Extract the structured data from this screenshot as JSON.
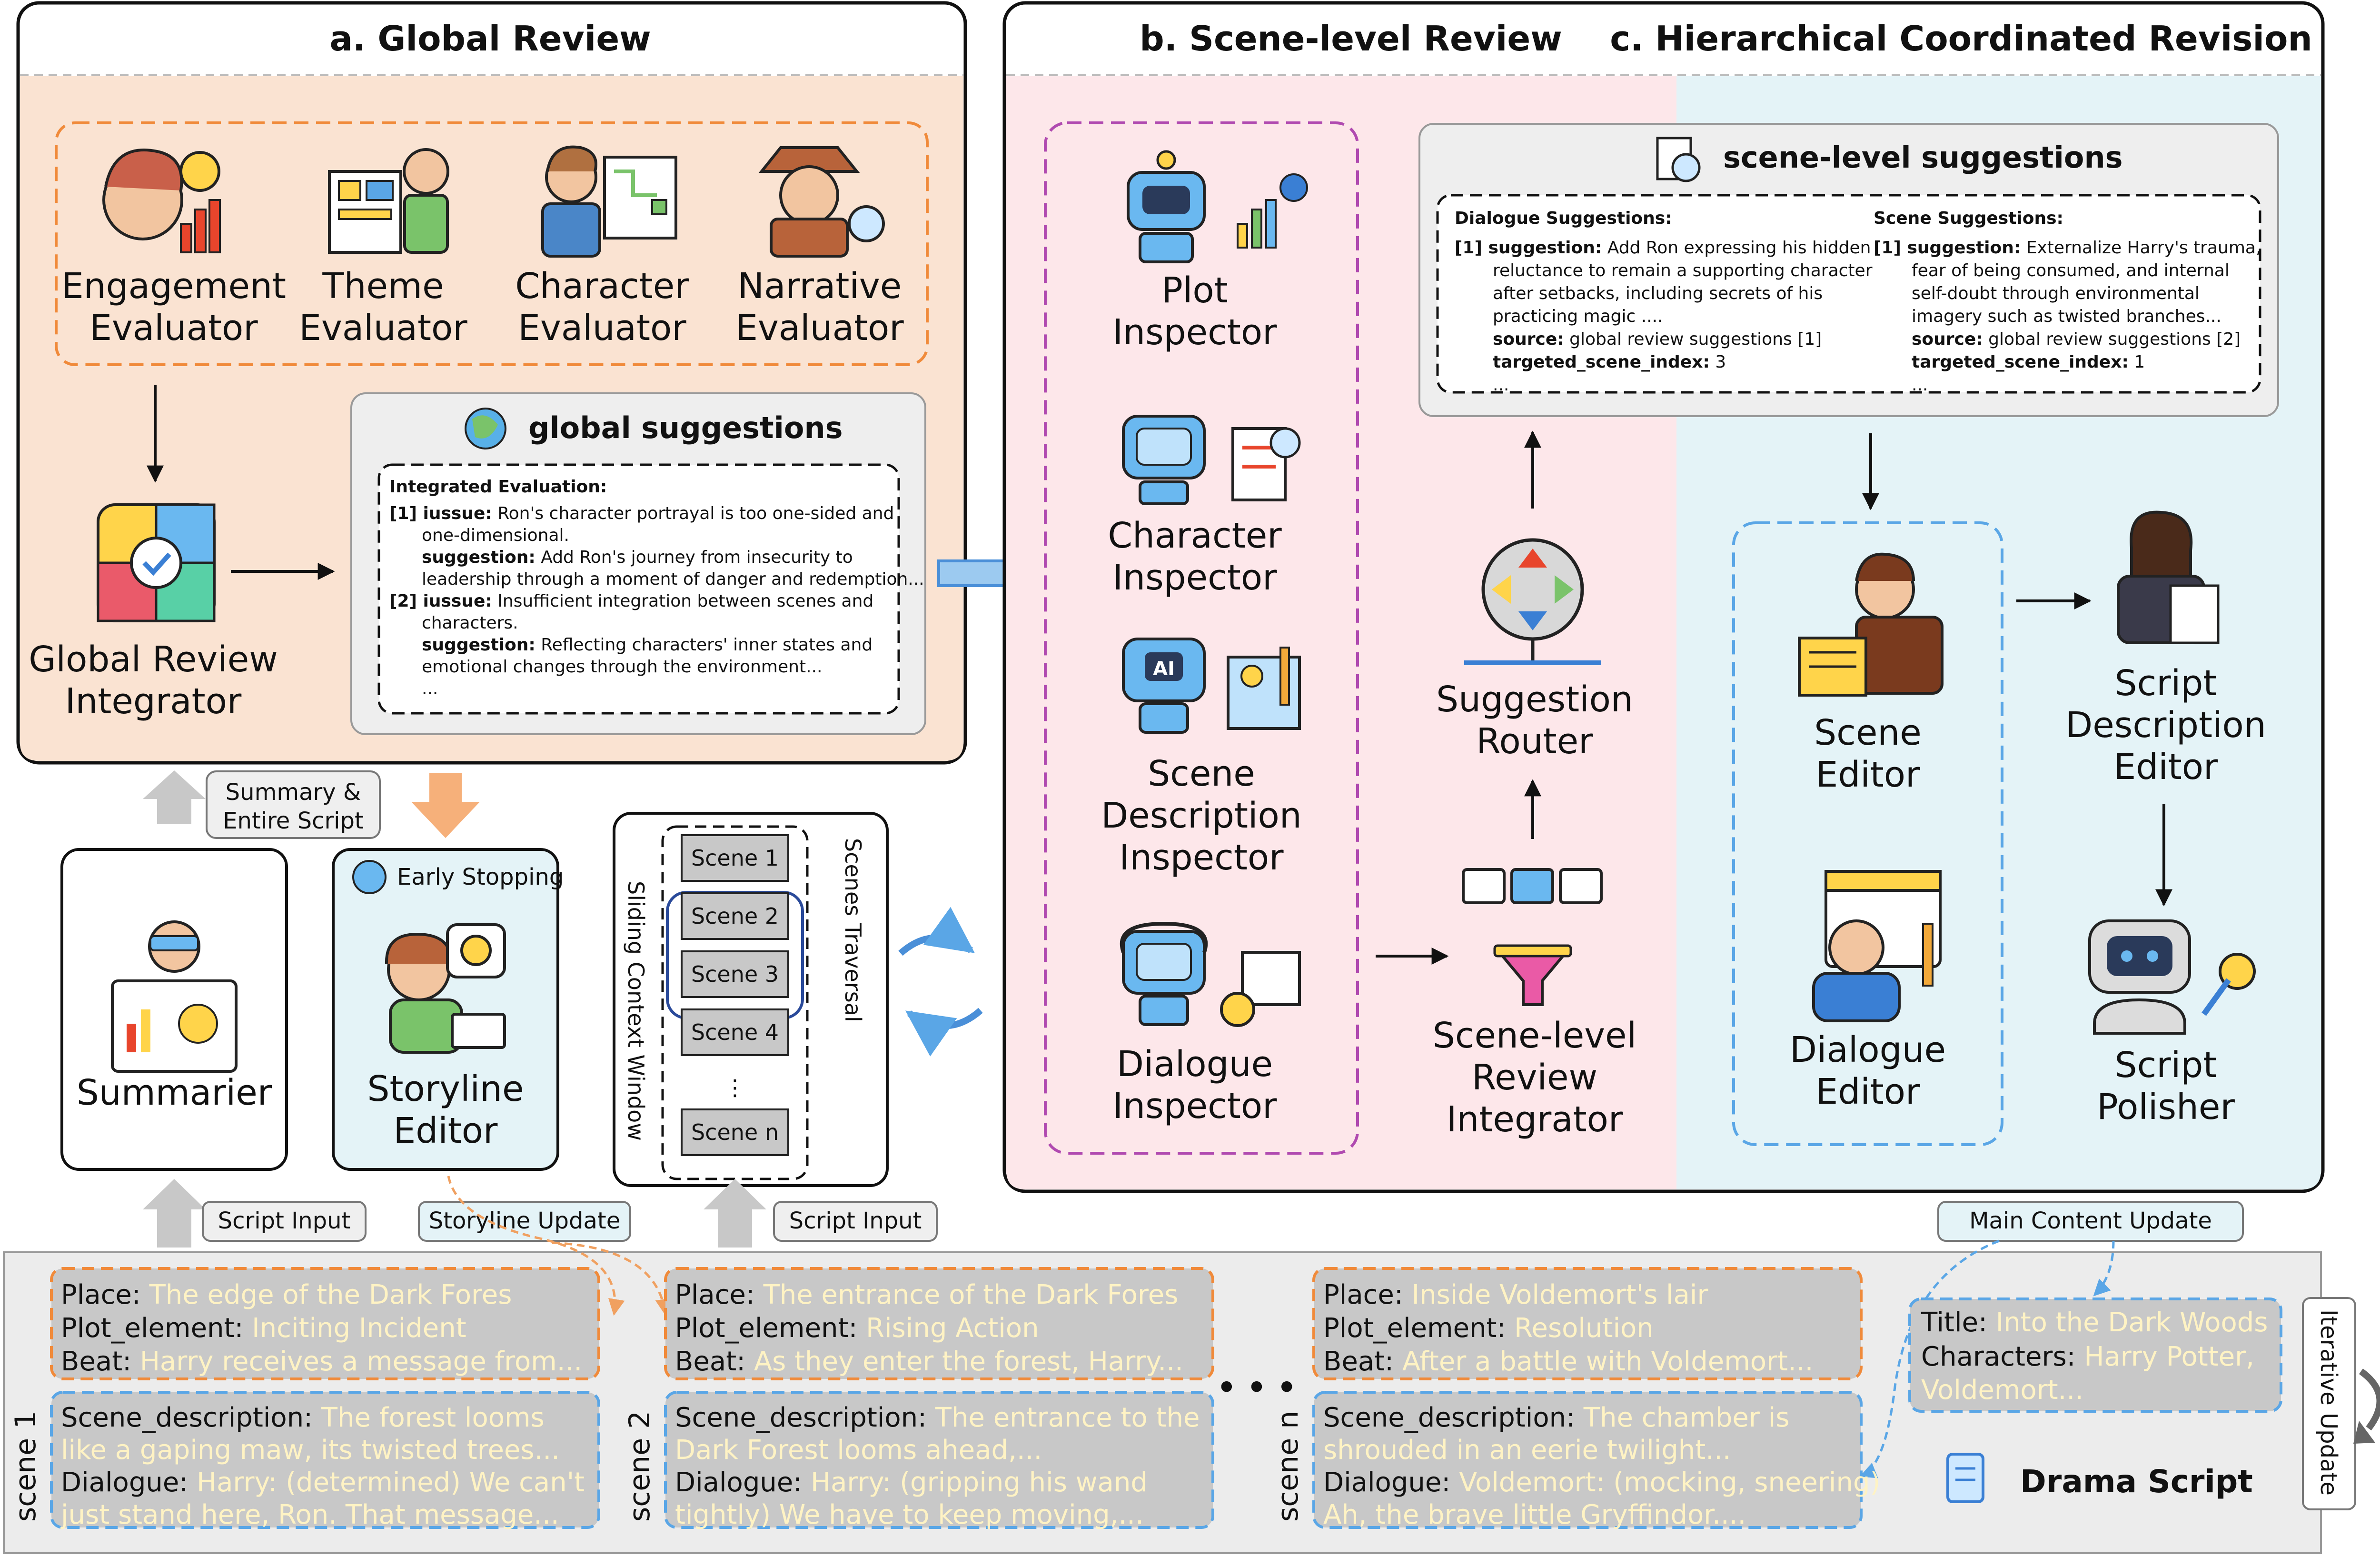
{
  "panels": {
    "a_title": "a. Global Review",
    "b_title": "b. Scene-level Review",
    "c_title": "c. Hierarchical Coordinated Revision"
  },
  "evaluators": [
    {
      "l1": "Engagement",
      "l2": "Evaluator"
    },
    {
      "l1": "Theme",
      "l2": "Evaluator"
    },
    {
      "l1": "Character",
      "l2": "Evaluator"
    },
    {
      "l1": "Narrative",
      "l2": "Evaluator"
    }
  ],
  "integrator": {
    "l1": "Global Review",
    "l2": "Integrator"
  },
  "global_suggestions": {
    "title": "global suggestions",
    "header": "Integrated Evaluation:",
    "lines": [
      {
        "prefix": "[1] ",
        "key": "iussue:",
        "text": " Ron's character portrayal is too one-sided and"
      },
      {
        "prefix": "",
        "key": "",
        "text": "one-dimensional."
      },
      {
        "prefix": "",
        "key": "suggestion:",
        "text": " Add Ron's journey from insecurity to"
      },
      {
        "prefix": "",
        "key": "",
        "text": "leadership through a moment of danger and redemption..."
      },
      {
        "prefix": "[2] ",
        "key": "iussue:",
        "text": " Insufficient integration between scenes and"
      },
      {
        "prefix": "",
        "key": "",
        "text": "characters."
      },
      {
        "prefix": "",
        "key": "suggestion:",
        "text": " Reflecting characters' inner states and"
      },
      {
        "prefix": "",
        "key": "",
        "text": "emotional changes through the environment..."
      },
      {
        "prefix": "",
        "key": "",
        "text": "..."
      }
    ]
  },
  "bottom_left": {
    "summary_tag_l1": "Summary &",
    "summary_tag_l2": "Entire Script",
    "summarier": "Summarier",
    "early_stopping": "Early Stopping",
    "storyline_l1": "Storyline",
    "storyline_l2": "Editor",
    "script_input_1": "Script Input",
    "storyline_update": "Storyline Update",
    "script_input_2": "Script Input",
    "scenes": [
      "Scene 1",
      "Scene 2",
      "Scene 3",
      "Scene 4",
      "⋮",
      "Scene n"
    ],
    "scenes_traversal": "Scenes Traversal",
    "sliding_window": "Sliding Context Window"
  },
  "inspectors": [
    {
      "l1": "Plot",
      "l2": "Inspector"
    },
    {
      "l1": "Character",
      "l2": "Inspector"
    },
    {
      "l1": "Scene",
      "l2": "Description",
      "l3": "Inspector"
    },
    {
      "l1": "Dialogue",
      "l2": "Inspector"
    }
  ],
  "router": {
    "l1": "Suggestion",
    "l2": "Router"
  },
  "scene_integrator": {
    "l1": "Scene-level",
    "l2": "Review",
    "l3": "Integrator"
  },
  "scene_suggestions": {
    "title": "scene-level suggestions",
    "dialogue_header": "Dialogue Suggestions:",
    "dialogue_lines": [
      {
        "prefix": "[1] ",
        "key": "suggestion:",
        "text": " Add Ron expressing his hidden"
      },
      {
        "prefix": "",
        "key": "",
        "text": "reluctance to remain a supporting character"
      },
      {
        "prefix": "",
        "key": "",
        "text": "after setbacks, including secrets of his"
      },
      {
        "prefix": "",
        "key": "",
        "text": "practicing magic ...."
      },
      {
        "prefix": "",
        "key": "source:",
        "text": " global review suggestions [1]"
      },
      {
        "prefix": "",
        "key": "targeted_scene_index:",
        "text": " 3"
      },
      {
        "prefix": "",
        "key": "",
        "text": "..."
      }
    ],
    "scene_header": "Scene Suggestions:",
    "scene_lines": [
      {
        "prefix": "[1] ",
        "key": "suggestion:",
        "text": " Externalize Harry's trauma,"
      },
      {
        "prefix": "",
        "key": "",
        "text": "fear of being consumed, and internal"
      },
      {
        "prefix": "",
        "key": "",
        "text": "self-doubt through environmental"
      },
      {
        "prefix": "",
        "key": "",
        "text": "imagery such as twisted branches..."
      },
      {
        "prefix": "",
        "key": "source:",
        "text": " global review suggestions [2]"
      },
      {
        "prefix": "",
        "key": "targeted_scene_index:",
        "text": " 1"
      },
      {
        "prefix": "",
        "key": "",
        "text": "..."
      }
    ]
  },
  "editors": {
    "scene_l1": "Scene",
    "scene_l2": "Editor",
    "dialogue_l1": "Dialogue",
    "dialogue_l2": "Editor",
    "script_desc_l1": "Script",
    "script_desc_l2": "Description",
    "script_desc_l3": "Editor",
    "polisher_l1": "Script",
    "polisher_l2": "Polisher"
  },
  "main_content_update": "Main Content Update",
  "drama_script": {
    "title_key": "Title:",
    "title_val": " Into the Dark Woods",
    "chars_key": "Characters:",
    "chars_val": " Harry Potter,",
    "chars_val2": "Voldemort...",
    "label": "Drama Script",
    "iterative": "Iterative Update"
  },
  "scene_cards": [
    {
      "label": "scene 1",
      "place": " The edge of the Dark Fores",
      "plot": " Inciting Incident",
      "beat": " Harry receives a message from...",
      "desc1": " The forest looms",
      "desc2": "like a gaping maw, its twisted trees...",
      "dial1": " Harry: (determined) We can't",
      "dial2": "just stand here, Ron. That message..."
    },
    {
      "label": "scene 2",
      "place": " The entrance of the Dark Fores",
      "plot": " Rising Action",
      "beat": " As they enter the forest, Harry...",
      "desc1": " The entrance to the",
      "desc2": "Dark Forest looms ahead,...",
      "dial1": " Harry: (gripping his wand",
      "dial2": "tightly) We have to keep moving,..."
    },
    {
      "label": "scene n",
      "place": " Inside Voldemort's lair",
      "plot": " Resolution",
      "beat": " After a battle with Voldemort...",
      "desc1": " The chamber is",
      "desc2": "shrouded in an eerie twilight...",
      "dial1": " Voldemort: (mocking, sneering)",
      "dial2": "Ah, the brave little Gryffindor...."
    }
  ],
  "card_keys": {
    "place": "Place:",
    "plot": "Plot_element:",
    "beat": "Beat:",
    "desc": "Scene_description:",
    "dial": "Dialogue:"
  },
  "ellipsis": "• • •"
}
